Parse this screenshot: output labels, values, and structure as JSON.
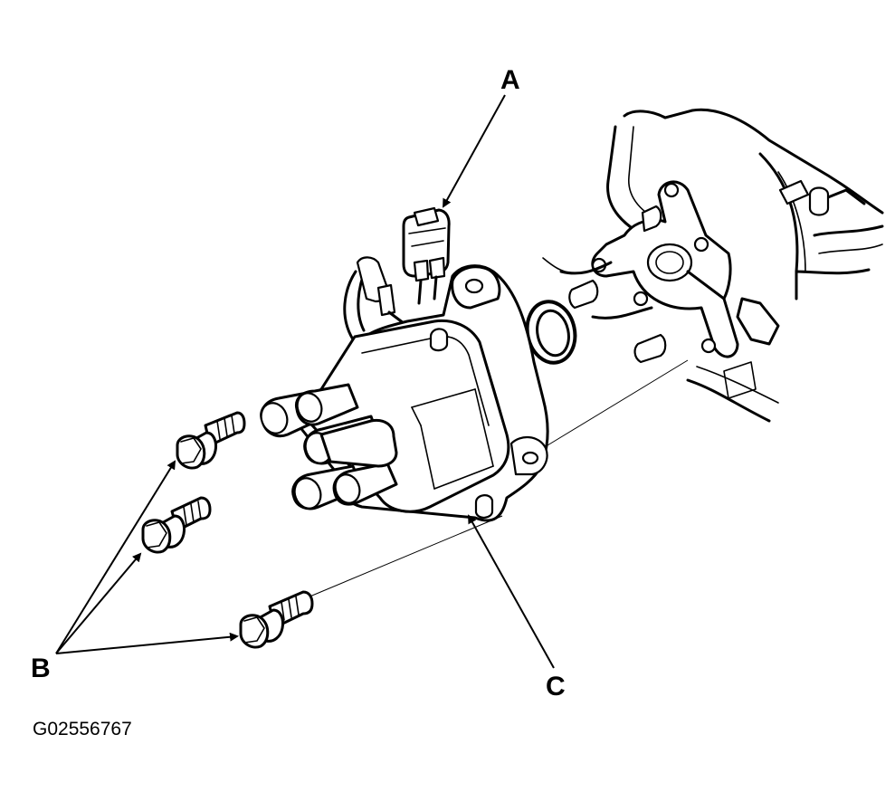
{
  "labels": {
    "a": "A",
    "b": "B",
    "c": "C"
  },
  "figure_id": "G02556767",
  "colors": {
    "line": "#000000",
    "background": "#ffffff"
  }
}
